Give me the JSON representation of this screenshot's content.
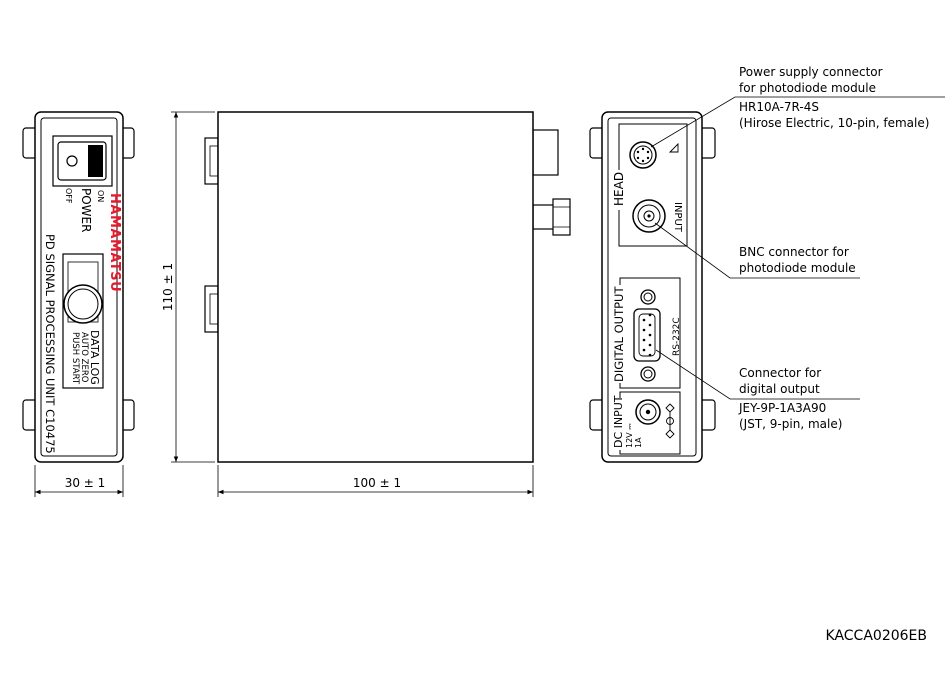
{
  "front_panel": {
    "power_on": "ON",
    "power_label": "POWER",
    "power_off": "OFF",
    "brand": "HAMAMATSU",
    "model": "PD SIGNAL PROCESSING UNIT C10475",
    "datalog_title": "DATA LOG",
    "datalog_line1": "AUTO ZERO",
    "datalog_line2": "PUSH START"
  },
  "rear_panel": {
    "head_label": "HEAD",
    "input_label": "INPUT",
    "digital_output_label": "DIGITAL OUTPUT",
    "rs232_label": "RS-232C",
    "dc_input_label": "DC INPUT",
    "dc_voltage": "12V ⎓",
    "dc_current": "1A"
  },
  "dimensions": {
    "width_front": "30 ± 1",
    "height": "110 ± 1",
    "depth": "100 ± 1"
  },
  "callouts": {
    "power_supply": {
      "line1": "Power supply connector",
      "line2": "for photodiode module",
      "line3": "HR10A-7R-4S",
      "line4": "(Hirose Electric, 10-pin, female)"
    },
    "bnc": {
      "line1": "BNC connector for",
      "line2": "photodiode module"
    },
    "digital": {
      "line1": "Connector for",
      "line2": "digital output",
      "line3": "JEY-9P-1A3A90",
      "line4": "(JST, 9-pin, male)"
    }
  },
  "drawing_code": "KACCA0206EB"
}
